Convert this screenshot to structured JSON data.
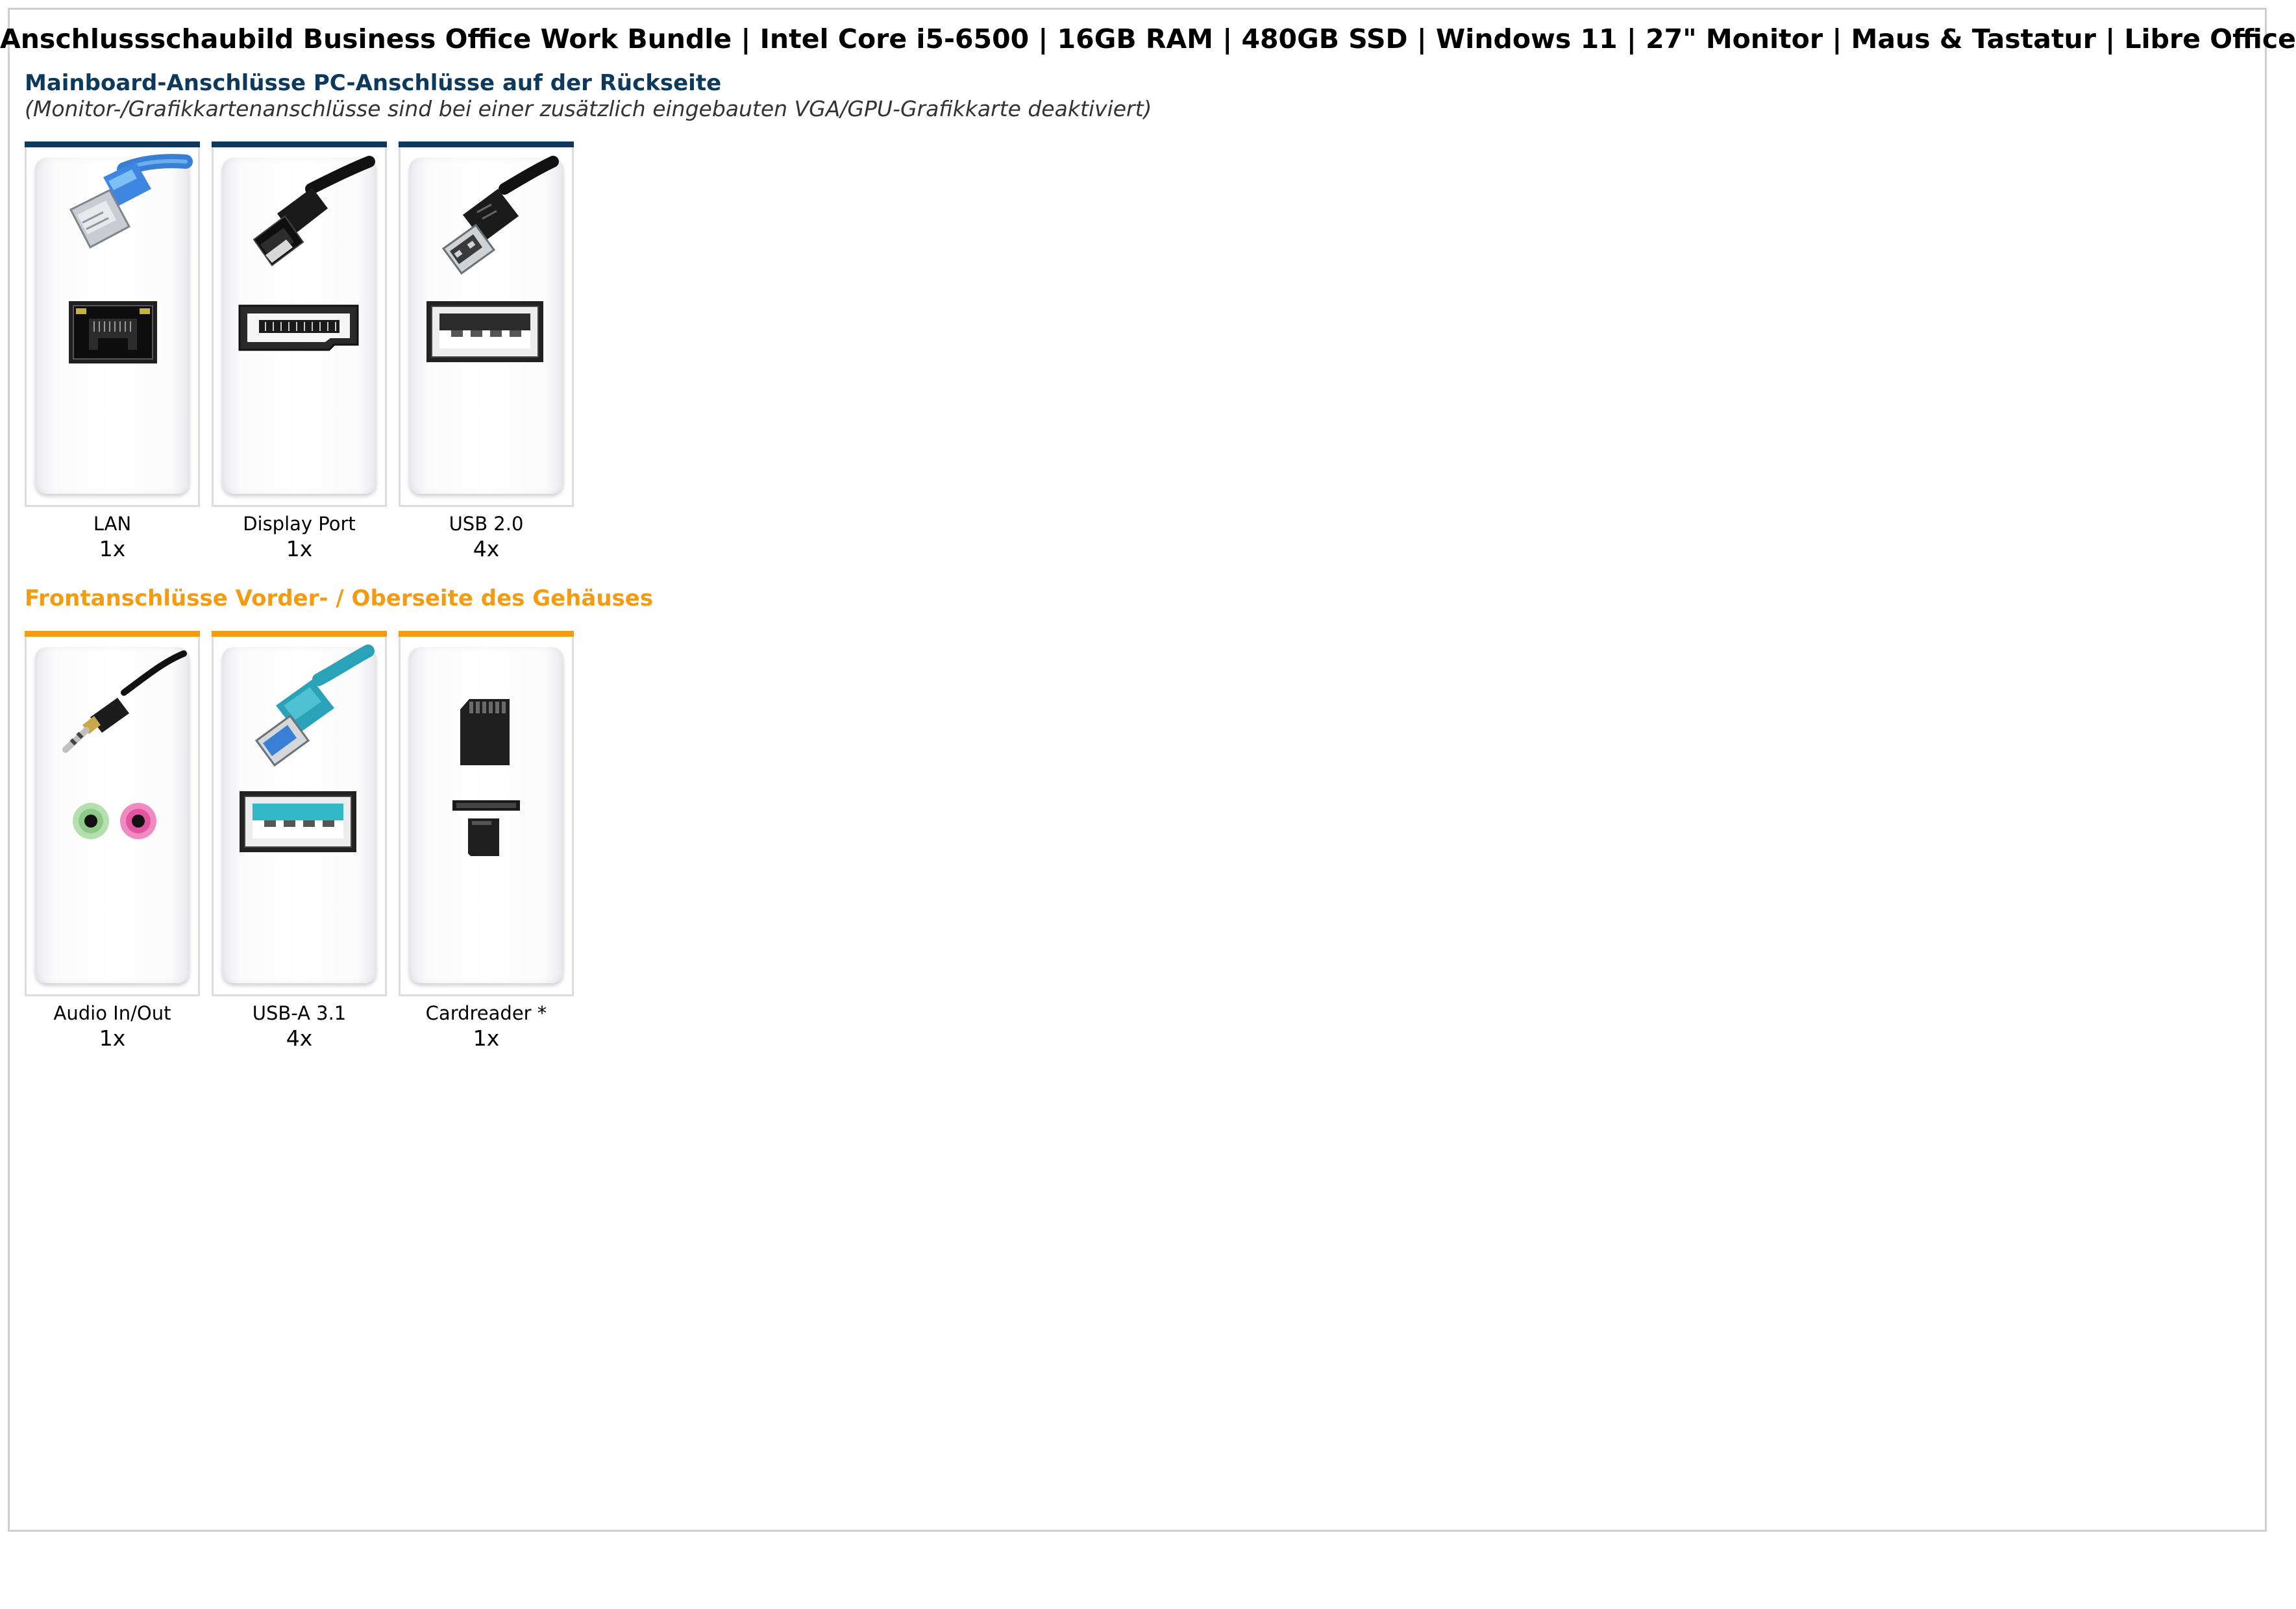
{
  "title": "Anschlussschaubild Business Office Work Bundle | Intel Core i5-6500 | 16GB RAM | 480GB SSD | Windows 11 | 27\" Monitor | Maus & Tastatur | Libre Office",
  "sections": [
    {
      "title": "Mainboard-Anschlüsse PC-Anschlüsse auf der Rückseite",
      "subtitle": "(Monitor-/Grafikkartenanschlüsse sind bei einer zusätzlich eingebauten VGA/GPU-Grafikkarte deaktiviert)",
      "accent_color": "#0d3a5c",
      "items": [
        {
          "label": "LAN",
          "count": "1x",
          "icon": "ethernet-icon"
        },
        {
          "label": "Display Port",
          "count": "1x",
          "icon": "displayport-icon"
        },
        {
          "label": "USB 2.0",
          "count": "4x",
          "icon": "usb-2-icon"
        }
      ]
    },
    {
      "title": "Frontanschlüsse Vorder- / Oberseite des Gehäuses",
      "subtitle": "",
      "accent_color": "#f39b12",
      "items": [
        {
          "label": "Audio In/Out",
          "count": "1x",
          "icon": "audio-jack-icon"
        },
        {
          "label": "USB-A 3.1",
          "count": "4x",
          "icon": "usb-3-icon"
        },
        {
          "label": "Cardreader *",
          "count": "1x",
          "icon": "sd-card-icon"
        }
      ]
    }
  ]
}
